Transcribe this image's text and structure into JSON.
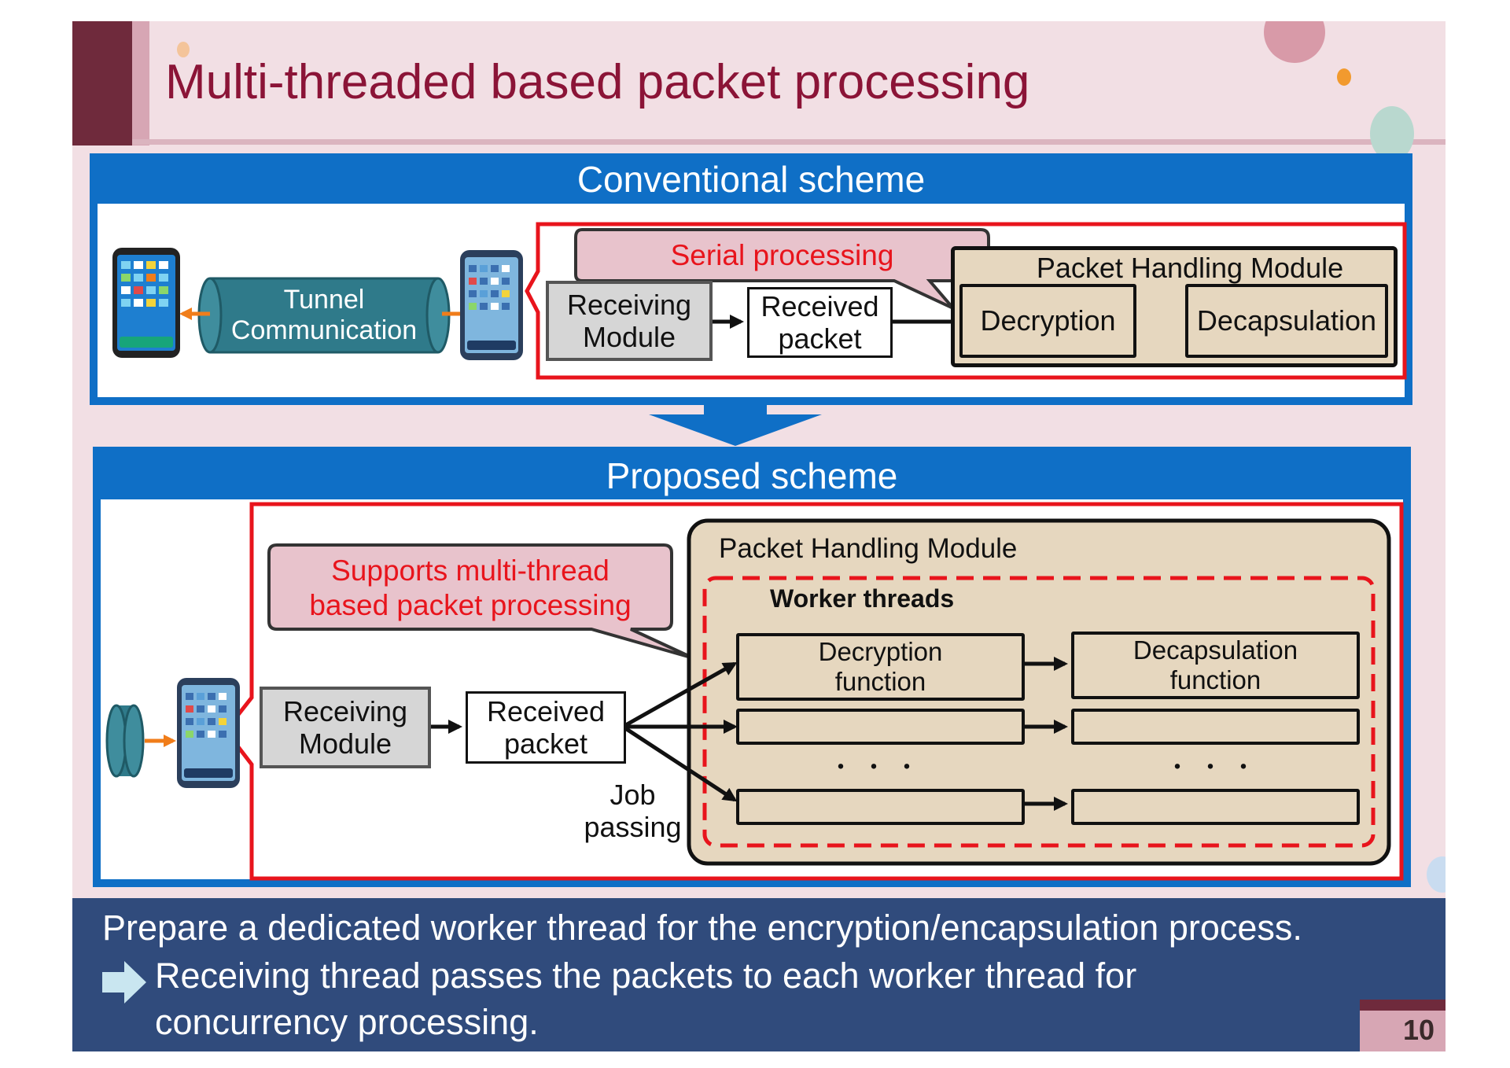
{
  "slide": {
    "title": "Multi-threaded based packet processing",
    "page_number": "10"
  },
  "conventional": {
    "heading": "Conventional scheme",
    "tunnel_label": "Tunnel\nCommunication",
    "callout": "Serial processing",
    "receiving_module": "Receiving\nModule",
    "received_packet": "Received\npacket",
    "phm_title": "Packet Handling Module",
    "decryption": "Decryption",
    "decapsulation": "Decapsulation"
  },
  "proposed": {
    "heading": "Proposed scheme",
    "callout": "Supports multi-thread\nbased packet processing",
    "receiving_module": "Receiving\nModule",
    "received_packet": "Received\npacket",
    "job_passing": "Job\npassing",
    "phm_title": "Packet Handling Module",
    "worker_threads": "Worker threads",
    "decryption_function": "Decryption\nfunction",
    "decapsulation_function": "Decapsulation\nfunction",
    "ellipsis": "・・・"
  },
  "footer": {
    "line1": "Prepare a dedicated worker thread for the encryption/encapsulation process.",
    "line2": "Receiving thread passes the packets to each worker thread for\nconcurrency processing."
  },
  "colors": {
    "title": "#8b1437",
    "panel_blue": "#0f6fc6",
    "highlight_red": "#e8141c",
    "footer_navy": "#304b7c",
    "module_tan": "#e6d7bf",
    "tunnel_teal": "#2f7a8a"
  }
}
